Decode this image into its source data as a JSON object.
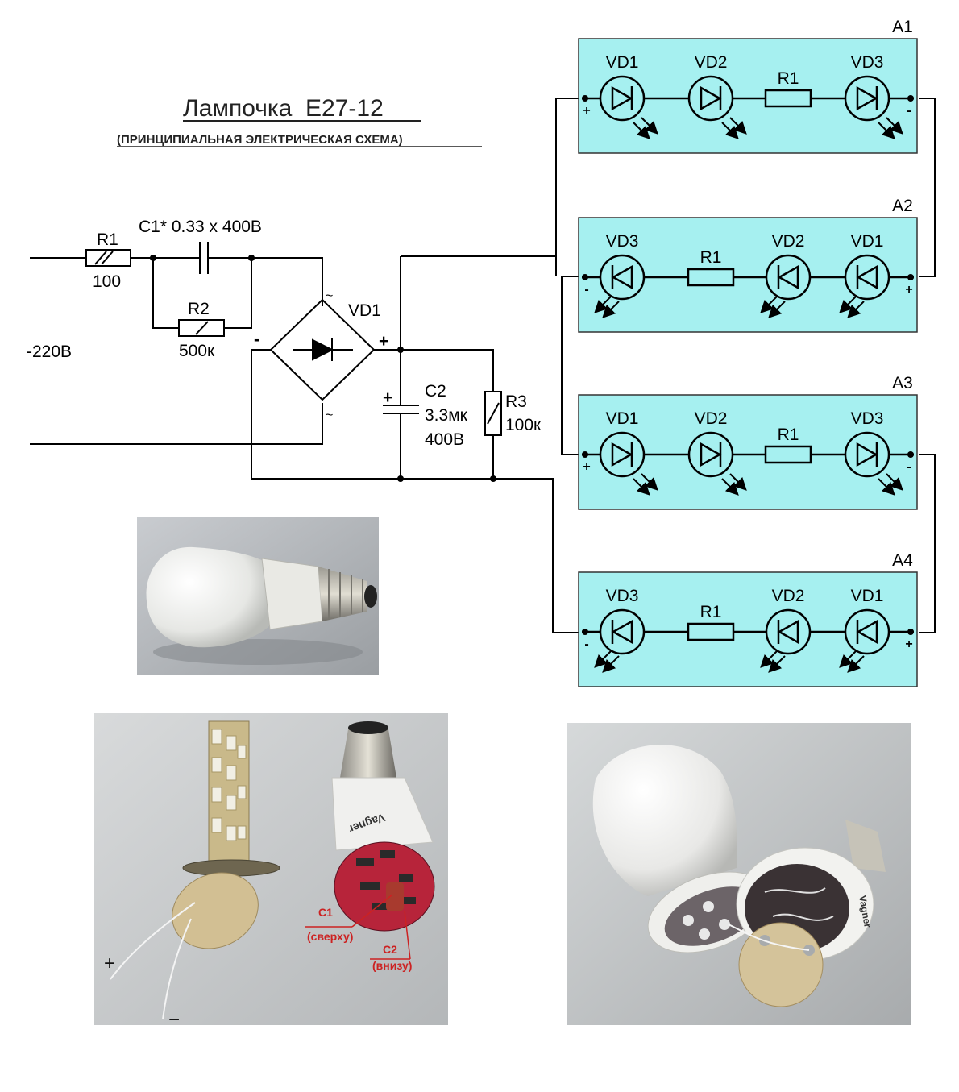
{
  "title": "Лампочка  Е27-12",
  "subtitle": "(ПРИНЦИПИАЛЬНАЯ ЭЛЕКТРИЧЕСКАЯ СХЕМА)",
  "input": {
    "mains_label": "-220В",
    "r1_name": "R1",
    "r1_value": "100",
    "c1_label": "C1* 0.33 x 400В",
    "r2_name": "R2",
    "r2_value": "500к",
    "bridge_name": "VD1",
    "c2_name": "C2",
    "c2_value": "3.3мк",
    "c2_voltage": "400В",
    "r3_name": "R3",
    "r3_value": "100к",
    "plus": "+",
    "minus": "-",
    "ac": "~"
  },
  "modules": [
    {
      "name": "A1",
      "labels": [
        "VD1",
        "VD2",
        "R1",
        "VD3"
      ],
      "left_pol": "+",
      "right_pol": "-"
    },
    {
      "name": "A2",
      "labels": [
        "VD3",
        "R1",
        "VD2",
        "VD1"
      ],
      "left_pol": "-",
      "right_pol": "+"
    },
    {
      "name": "A3",
      "labels": [
        "VD1",
        "VD2",
        "R1",
        "VD3"
      ],
      "left_pol": "+",
      "right_pol": "-"
    },
    {
      "name": "A4",
      "labels": [
        "VD3",
        "R1",
        "VD2",
        "VD1"
      ],
      "left_pol": "-",
      "right_pol": "+"
    }
  ],
  "photos": {
    "disassembled": {
      "brand": "Vagner",
      "c1_label": "C1",
      "c1_note": "(сверху)",
      "c2_label": "C2",
      "c2_note": "(внизу)",
      "plus": "+",
      "minus": "−"
    },
    "bulb_brand": "Vagner"
  },
  "colors": {
    "module_fill": "#a6f0f0",
    "line": "#000000",
    "annotation": "#cc2222"
  }
}
